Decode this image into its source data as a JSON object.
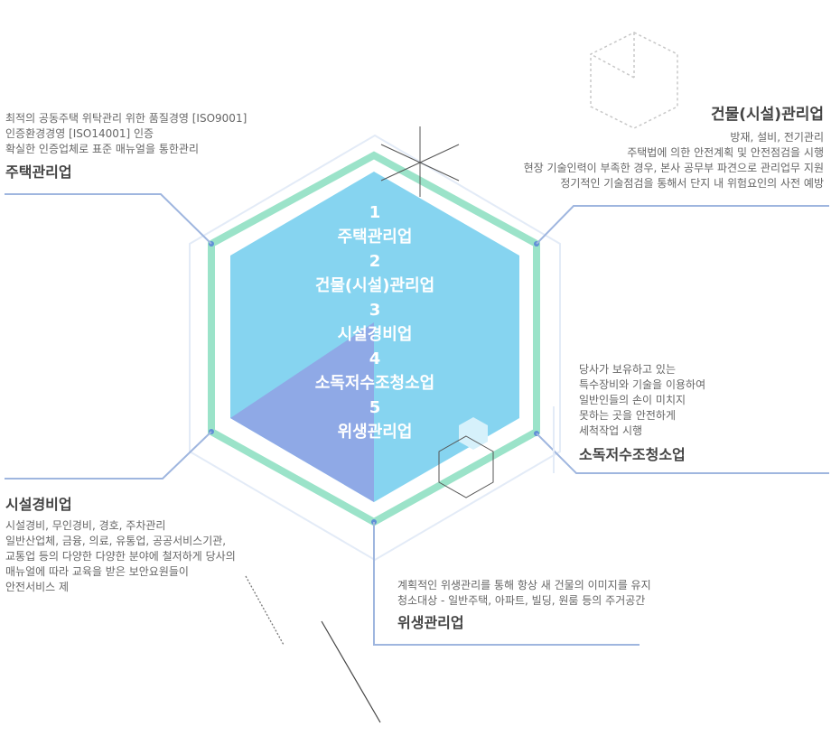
{
  "center": {
    "items": [
      {
        "number": "1",
        "label": "주택관리업"
      },
      {
        "number": "2",
        "label": "건물(시설)관리업"
      },
      {
        "number": "3",
        "label": "시설경비업"
      },
      {
        "number": "4",
        "label": "소독저수조청소업"
      },
      {
        "number": "5",
        "label": "위생관리업"
      }
    ]
  },
  "housing": {
    "title": "주택관리업",
    "lines": [
      "최적의 공동주택 위탁관리 위한 품질경영 [ISO9001]",
      "인증환경경영 [ISO14001] 인증",
      "확실한 인증업체로 표준 매뉴얼을 통한관리"
    ]
  },
  "building": {
    "title": "건물(시설)관리업",
    "lines": [
      "방재, 설비, 전기관리",
      "주택법에 의한 안전계획 및 안전점검을 시행",
      "현장 기술인력이 부족한 경우, 본사 공무부 파견으로 관리업무 지원",
      "정기적인 기술점검을 통해서 단지 내 위험요인의 사전 예방"
    ]
  },
  "disinfection": {
    "title": "소독저수조청소업",
    "lines": [
      "당사가 보유하고 있는",
      "특수장비와 기술을 이용하여",
      "일반인들의 손이 미치지",
      "못하는 곳을 안전하게",
      "세척작업 시행"
    ]
  },
  "security": {
    "title": "시설경비업",
    "lines": [
      "시설경비, 무인경비, 경호, 주차관리",
      "일반산업체, 금융, 의료, 유통업, 공공서비스기관,",
      "교통업 등의 다양한 다양한 분야에 철저하게 당사의",
      "매뉴얼에 따라 교육을 받은 보안요원들이",
      "안전서비스 제"
    ]
  },
  "sanitation": {
    "title": "위생관리업",
    "lines": [
      "계획적인 위생관리를 통해 항상 새 건물의 이미지를 유지",
      "청소대상 - 일반주택, 아파트, 빌딩, 원룸 등의 주거공간"
    ]
  },
  "colors": {
    "hex_fill": "#86d4f0",
    "hex_shade": "#8fa9e6",
    "hex_ring": "#9be3c9",
    "connector": "#9fb6df",
    "dot": "#5f8fd6"
  }
}
